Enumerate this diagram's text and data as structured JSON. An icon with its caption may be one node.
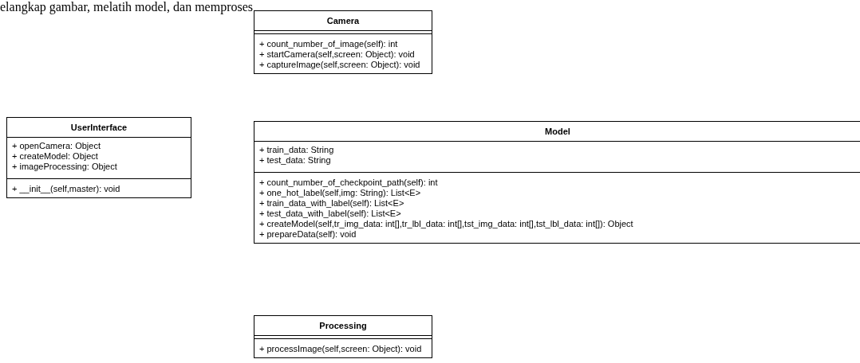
{
  "diagram": {
    "nodes": [
      {
        "text": [
          "Camera",
          "+ count_number_of_image(self): int",
          "+ startCamera(self,screen: Object): void",
          "+ captureImage(self,screen: Object): void"
        ]
      },
      {
        "text": [
          "UserInterface",
          "+ openCamera: Object",
          "+ createModel: Object",
          "+ imageProcessing: Object",
          "+ __init__(self,master): void"
        ]
      },
      {
        "text": [
          "Model",
          "+ train_data: String",
          "+ test_data: String",
          "+ count_number_of_checkpoint_path(self): int",
          "+ one_hot_label(self,img: String): List<E>",
          "+ train_data_with_label(self): List<E>",
          "+ test_data_with_label(self): List<E>",
          "+ createModel(self,tr_img_data: int[],tr_lbl_data: int[],tst_img_data: int[],tst_lbl_data: int[]): Object",
          "+ prepareData(self): void"
        ]
      },
      {
        "text": [
          "Processing",
          "+ processImage(self,screen: Object): void"
        ]
      }
    ],
    "labels": [
      "elangkap gambar, melatih model, dan memproses"
    ]
  }
}
